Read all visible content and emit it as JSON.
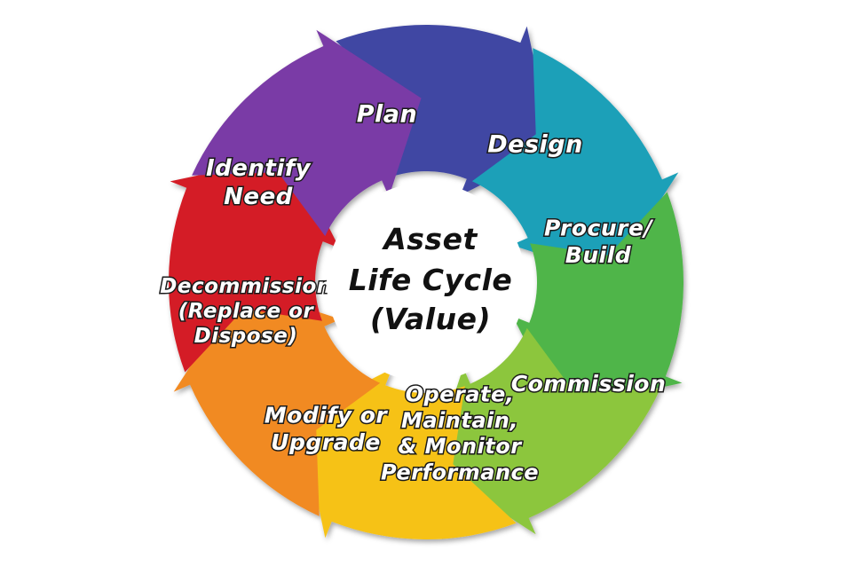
{
  "diagram": {
    "center": {
      "lines": [
        "Asset",
        "Life Cycle",
        "(Value)"
      ]
    },
    "segments": [
      {
        "id": "plan",
        "lines": [
          "Plan"
        ],
        "color": "#3f47a3"
      },
      {
        "id": "design",
        "lines": [
          "Design"
        ],
        "color": "#1aa0b8"
      },
      {
        "id": "procure-build",
        "lines": [
          "Procure/",
          "Build"
        ],
        "color": "#4fb548"
      },
      {
        "id": "commission",
        "lines": [
          "Commission"
        ],
        "color": "#8cc63e"
      },
      {
        "id": "operate",
        "lines": [
          "Operate,",
          "Maintain,",
          "& Monitor",
          "Performance"
        ],
        "color": "#f6c219"
      },
      {
        "id": "modify",
        "lines": [
          "Modify or",
          "Upgrade"
        ],
        "color": "#f18a21"
      },
      {
        "id": "decommission",
        "lines": [
          "Decommission",
          "(Replace or",
          "Dispose)"
        ],
        "color": "#d41f26"
      },
      {
        "id": "identify-need",
        "lines": [
          "Identify",
          "Need"
        ],
        "color": "#7a3aa6"
      }
    ]
  }
}
